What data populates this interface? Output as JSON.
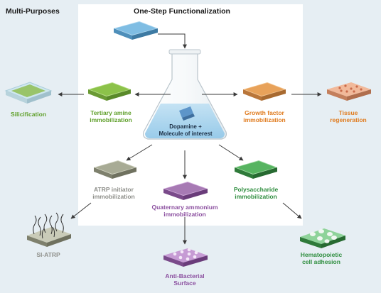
{
  "header": {
    "left_title": "Multi-Purposes",
    "center_title": "One-Step Functionalization"
  },
  "flask": {
    "line1": "Dopamine +",
    "line2": "Molecule of interest"
  },
  "labels": {
    "silicification": "Silicification",
    "tertiary_1": "Tertiary amine",
    "tertiary_2": "immobilization",
    "growth_1": "Growth factor",
    "growth_2": "immobilization",
    "tissue_1": "Tissue",
    "tissue_2": "regeneration",
    "atrp_1": "ATRP initiator",
    "atrp_2": "immobilization",
    "quat_1": "Quaternary  ammonium",
    "quat_2": "immobilization",
    "poly_1": "Polysaccharide",
    "poly_2": "immobilization",
    "siatrp": "SI-ATRP",
    "antibac_1": "Anti-Bacterial",
    "antibac_2": "Surface",
    "hema_1": "Hematopoietic",
    "hema_2": "cell adhesion"
  },
  "colors": {
    "background": "#e6eef3",
    "panel": "#ffffff",
    "blue_substrate": "#6fb0d8",
    "green": "#8cc24a",
    "orange": "#e8a25a",
    "gray": "#a8ab95",
    "purple": "#a77ab4",
    "green_teal": "#57b461",
    "label_green": "#5f9f2a",
    "label_orange": "#e07b1e",
    "label_gray": "#8e8f8a",
    "label_purple": "#8b4f9f",
    "label_teal": "#2f8e3f",
    "arrow": "#3a3a3a"
  }
}
